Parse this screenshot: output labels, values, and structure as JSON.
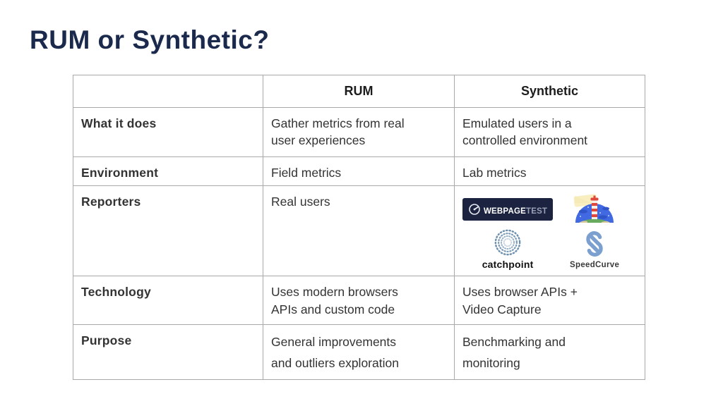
{
  "slide": {
    "title": "RUM or Synthetic?"
  },
  "table": {
    "header": {
      "blank": "",
      "rum": "RUM",
      "synthetic": "Synthetic"
    },
    "rows": [
      {
        "label": "What it does",
        "rum": "Gather metrics from real\nuser experiences",
        "synthetic": "Emulated users in a\ncontrolled environment"
      },
      {
        "label": "Environment",
        "rum": "Field metrics",
        "synthetic": "Lab metrics"
      },
      {
        "label": "Reporters",
        "rum": "Real users",
        "synthetic_logos": [
          "webpagetest",
          "lighthouse",
          "catchpoint",
          "speedcurve"
        ]
      },
      {
        "label": "Technology",
        "rum": "Uses modern browsers\nAPIs and custom code",
        "synthetic": "Uses browser APIs +\nVideo Capture"
      },
      {
        "label": "Purpose",
        "rum": "General improvements\nand outliers exploration",
        "synthetic": "Benchmarking and\nmonitoring"
      }
    ],
    "logos": {
      "webpagetest": {
        "text_bold": "WEBPAGE",
        "text_light": "TEST",
        "bg_color": "#1c2340",
        "icon": "gauge-icon"
      },
      "lighthouse": {
        "icon": "lighthouse-icon"
      },
      "catchpoint": {
        "label": "catchpoint",
        "icon": "dotted-sunburst-icon",
        "dot_color": "#6f90ad"
      },
      "speedcurve": {
        "label": "SpeedCurve",
        "icon": "s-curve-icon",
        "brand_color": "#7b9fce"
      }
    }
  },
  "colors": {
    "title_text": "#1b2a4c",
    "table_border": "#a9a9a9",
    "body_text": "#333333",
    "header_text": "#1c1c1c",
    "background": "#ffffff"
  }
}
